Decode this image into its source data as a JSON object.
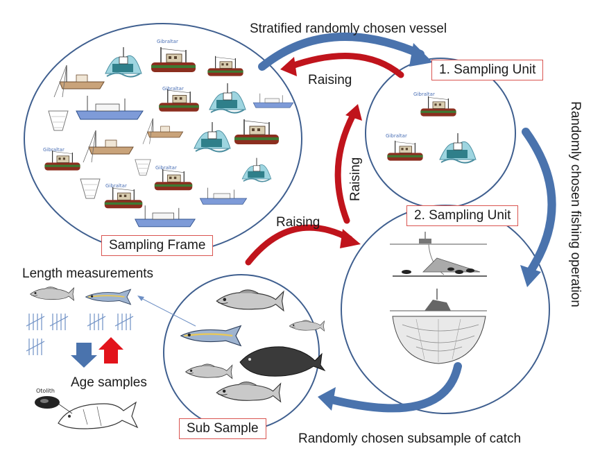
{
  "labels": {
    "top_arrow": "Stratified randomly chosen  vessel",
    "raising_top": "Raising",
    "raising_vertical": "Raising",
    "raising_mid": "Raising",
    "right_vertical": "Randomly chosen fishing operation",
    "bottom_arrow": "Randomly chosen  subsample of catch",
    "length_measurements": "Length measurements",
    "age_samples": "Age samples"
  },
  "boxes": {
    "sampling_frame": "Sampling Frame",
    "unit_1": "1. Sampling Unit",
    "unit_2": "2. Sampling Unit",
    "sub_sample": "Sub Sample"
  },
  "vessel_tag": "Gibraltar",
  "otolith_tag": "Otolith",
  "colors": {
    "circle_stroke": "#3f5f8f",
    "blue_arrow": "#4a73ad",
    "red_arrow": "#c0141c",
    "box_border": "#d9534f"
  }
}
